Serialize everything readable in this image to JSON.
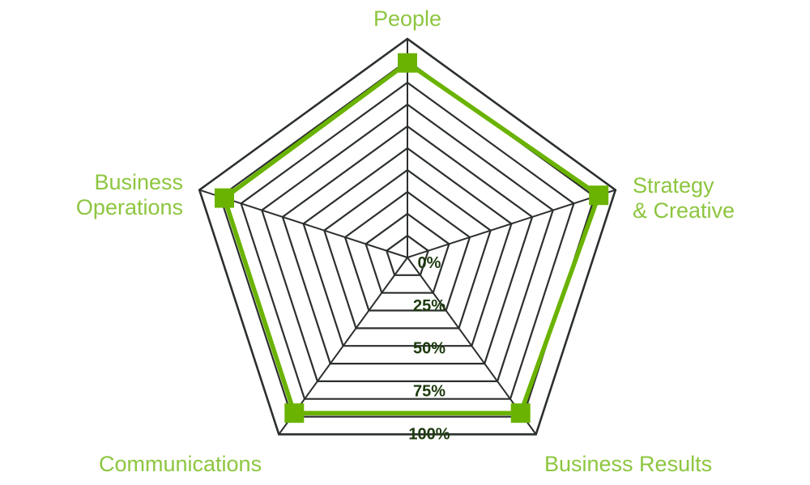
{
  "chart_data": {
    "type": "radar",
    "axes": [
      {
        "label_lines": [
          "People"
        ]
      },
      {
        "label_lines": [
          "Strategy",
          "& Creative"
        ]
      },
      {
        "label_lines": [
          "Business Results"
        ]
      },
      {
        "label_lines": [
          "Communications"
        ]
      },
      {
        "label_lines": [
          "Business",
          "Operations"
        ]
      }
    ],
    "radial_ticks": [
      "0%",
      "25%",
      "50%",
      "75%",
      "100%"
    ],
    "rlim": [
      0,
      100
    ],
    "grid_rings": 10,
    "series": [
      {
        "values": [
          89,
          92,
          88,
          88,
          88
        ],
        "color": "#6ab300"
      }
    ],
    "colors": {
      "grid": "#2b2f2e",
      "series": "#6ab300",
      "axis_label": "#8dc63f",
      "tick_label": "#1d3a0e"
    }
  }
}
